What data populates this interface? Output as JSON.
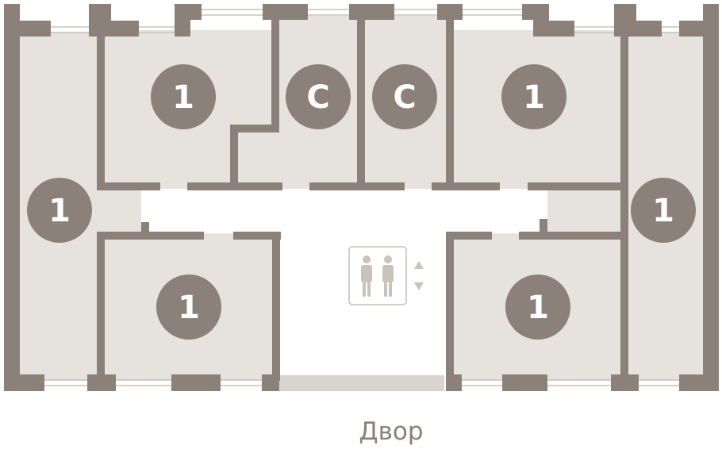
{
  "units": {
    "top_left": "1",
    "studio_left": "С",
    "studio_right": "С",
    "top_right": "1",
    "side_left": "1",
    "side_right": "1",
    "bottom_left": "1",
    "bottom_right": "1"
  },
  "elevator": {
    "icon": "elevator-people-icon",
    "arrows": "up-down-arrows-icon"
  },
  "courtyard_label": "Двор",
  "colors": {
    "wall": "#8b8179",
    "floor": "#e6e2de",
    "window": "#c9c3bc",
    "badge": "#8b8179",
    "badge_text": "#ffffff",
    "caption": "#8b8179"
  }
}
